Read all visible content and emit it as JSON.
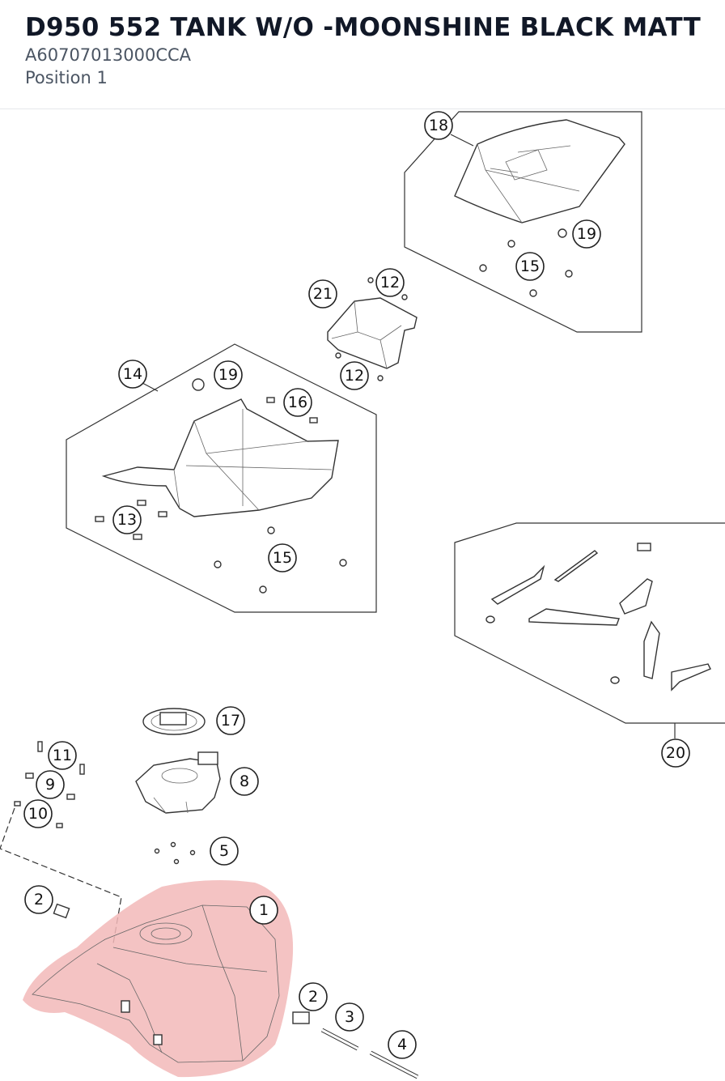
{
  "header": {
    "title": "D950 552 TANK W/O -MOONSHINE BLACK MATT",
    "part_number": "A60707013000CCA",
    "position": "Position 1"
  },
  "highlight_color": "#f2b8b8",
  "callouts": {
    "c1": "1",
    "c2a": "2",
    "c2b": "2",
    "c3": "3",
    "c4": "4",
    "c5": "5",
    "c8": "8",
    "c9": "9",
    "c10": "10",
    "c11": "11",
    "c12a": "12",
    "c12b": "12",
    "c13": "13",
    "c14": "14",
    "c15a": "15",
    "c15b": "15",
    "c16": "16",
    "c17": "17",
    "c18": "18",
    "c19a": "19",
    "c19b": "19",
    "c20": "20",
    "c21": "21"
  }
}
